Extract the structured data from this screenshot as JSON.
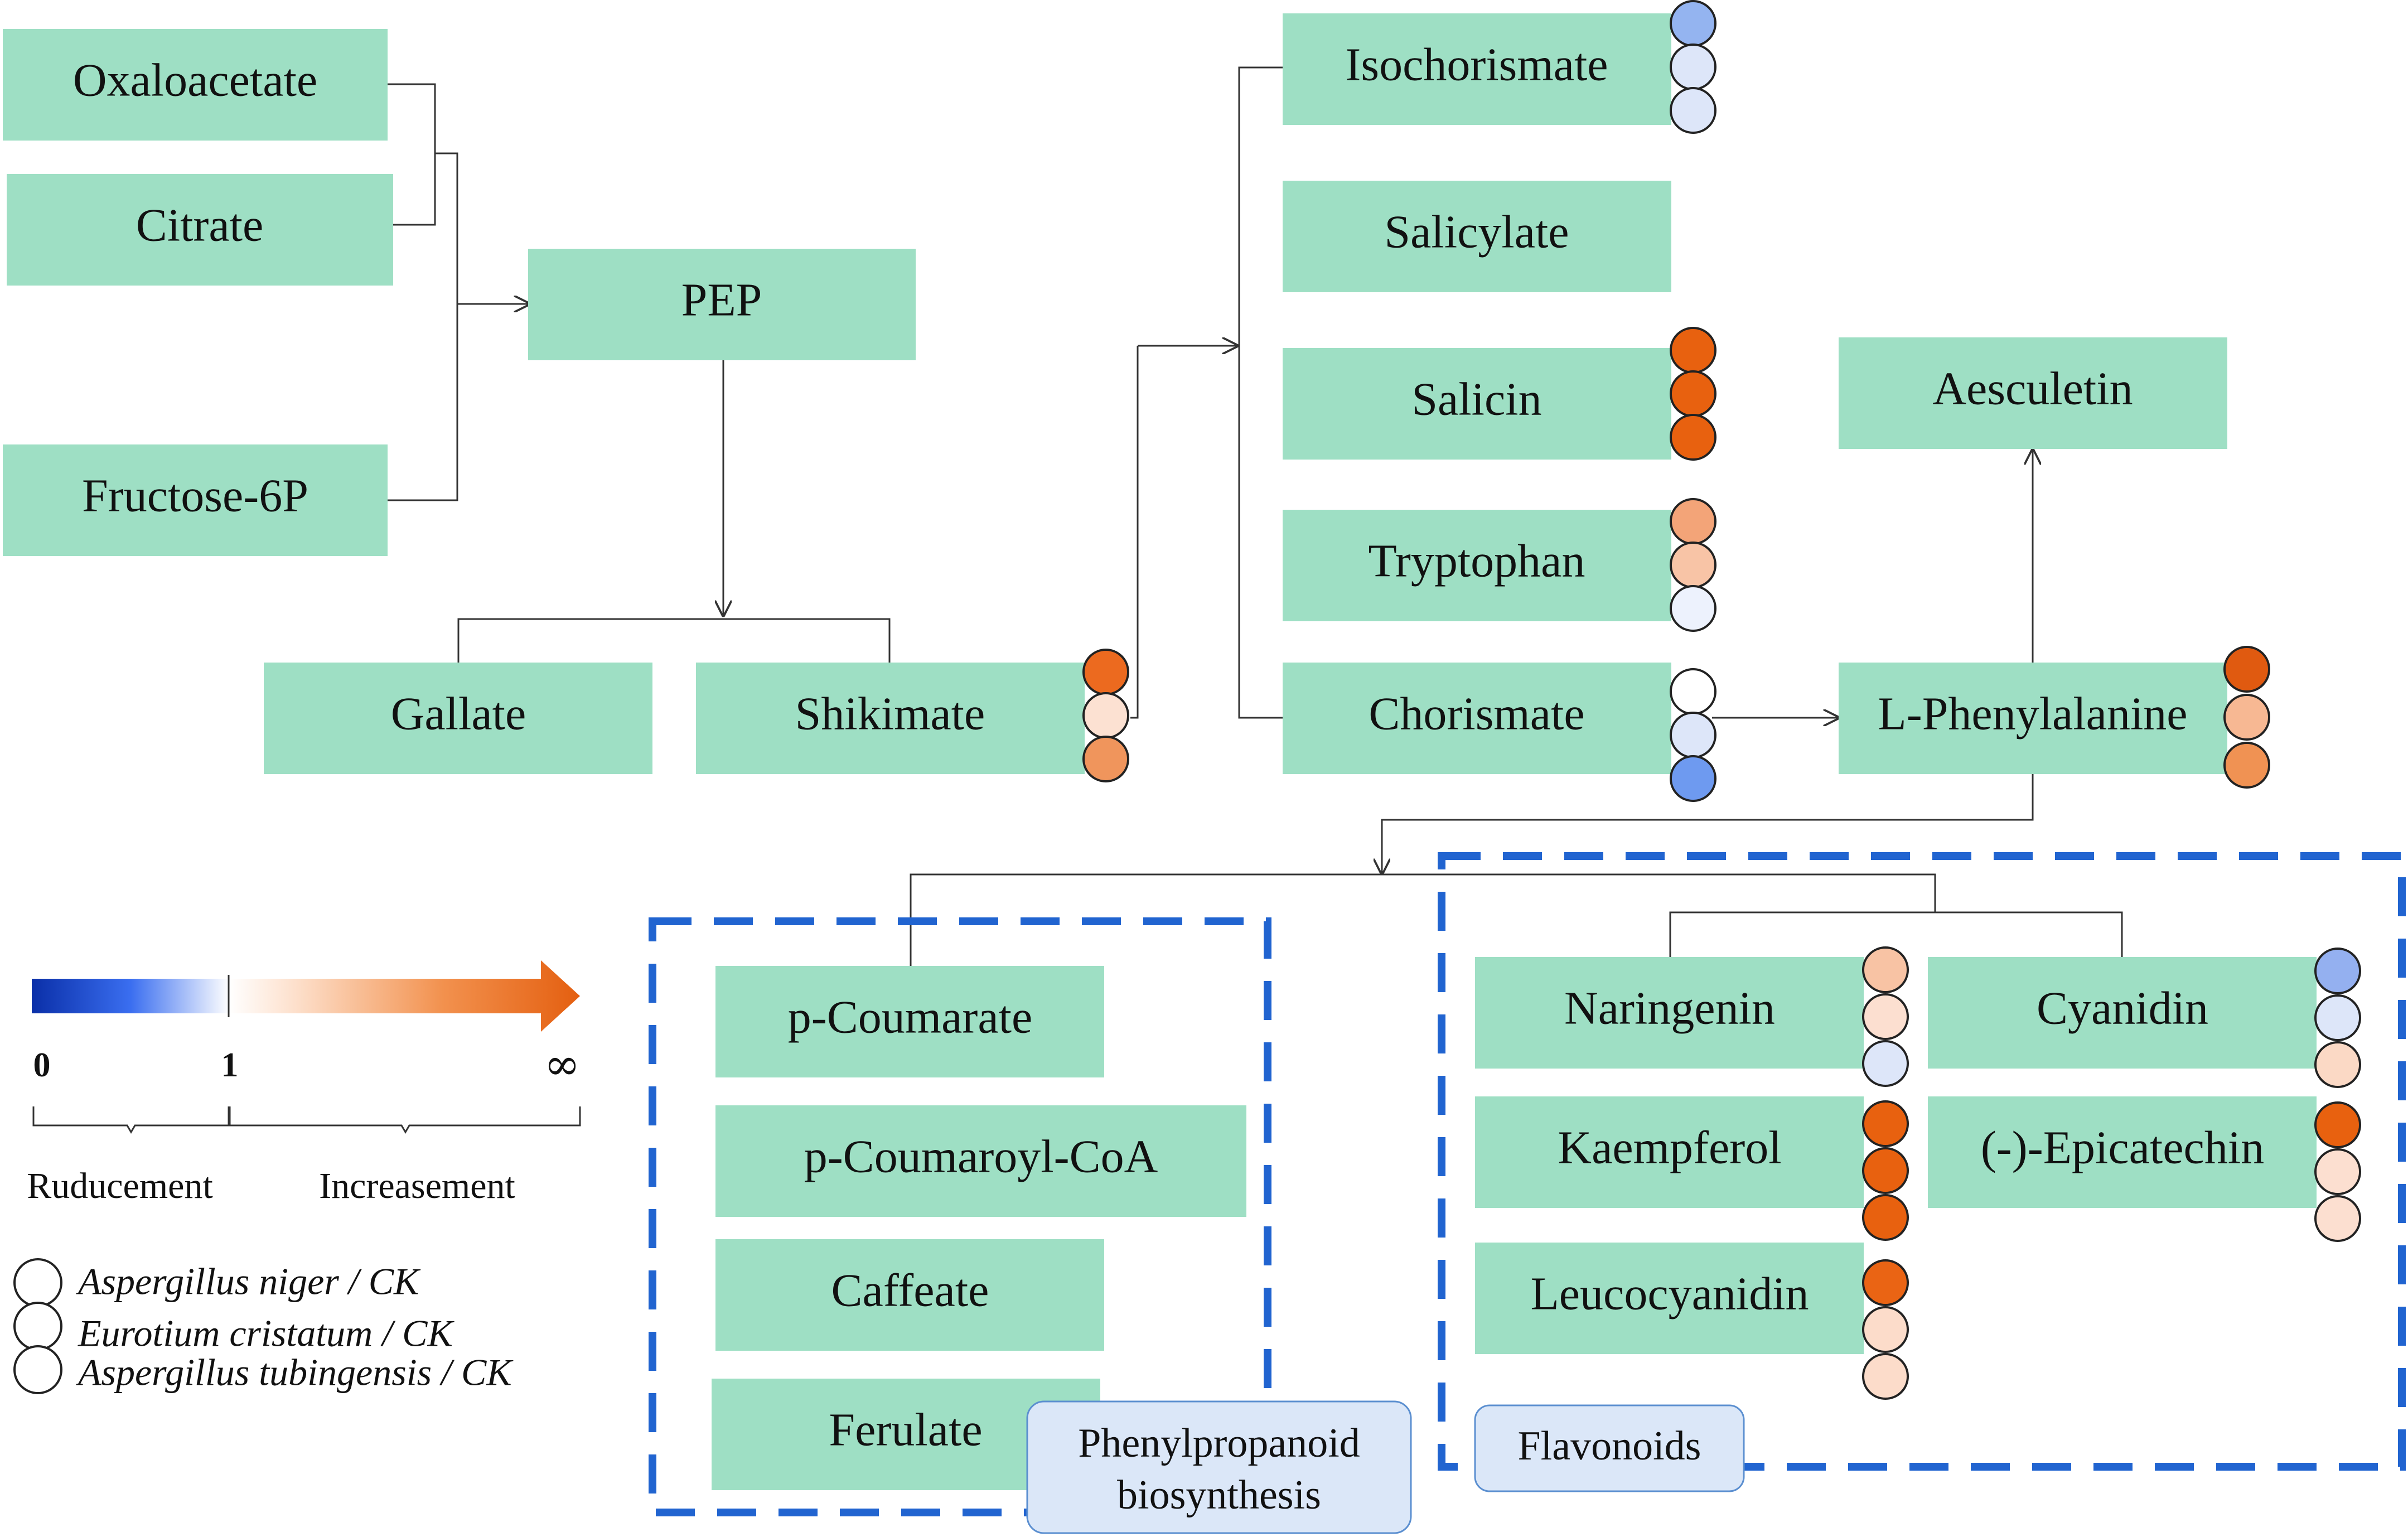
{
  "colors": {
    "node_fill": "#9edfc4",
    "tag_fill": "#dbe7f8",
    "tag_stroke": "#5b8fd0",
    "dash_border": "#2164d0",
    "line": "#333333"
  },
  "nodes": {
    "oxaloacetate": "Oxaloacetate",
    "citrate": "Citrate",
    "fructose6p": "Fructose-6P",
    "pep": "PEP",
    "gallate": "Gallate",
    "shikimate": "Shikimate",
    "isochorismate": "Isochorismate",
    "salicylate": "Salicylate",
    "salicin": "Salicin",
    "tryptophan": "Tryptophan",
    "chorismate": "Chorismate",
    "aesculetin": "Aesculetin",
    "l_phenylalanine": "L-Phenylalanine",
    "p_coumarate": "p-Coumarate",
    "p_coumaroyl_coa": "p-Coumaroyl-CoA",
    "caffeate": "Caffeate",
    "ferulate": "Ferulate",
    "naringenin": "Naringenin",
    "cyanidin": "Cyanidin",
    "kaempferol": "Kaempferol",
    "epicatechin": "(-)-Epicatechin",
    "leucocyanidin": "Leucocyanidin"
  },
  "groups": {
    "phenylpropanoid_line1": "Phenylpropanoid",
    "phenylpropanoid_line2": "biosynthesis",
    "flavonoids": "Flavonoids"
  },
  "indicators": {
    "shikimate": [
      "#ec6a1f",
      "#fce1d2",
      "#f0955c"
    ],
    "isochorismate": [
      "#94b4f0",
      "#dde6f9",
      "#dde6f9"
    ],
    "salicin": [
      "#e8610f",
      "#e8610f",
      "#e8610f"
    ],
    "tryptophan": [
      "#f3a478",
      "#f8c4a6",
      "#edf2fd"
    ],
    "chorismate": [
      "#ffffff",
      "#dde6f9",
      "#6e9af0"
    ],
    "l_phenylalanine": [
      "#e05a10",
      "#f7b893",
      "#f09253"
    ],
    "naringenin": [
      "#f8c3a4",
      "#fcdfd0",
      "#dde6f9"
    ],
    "cyanidin": [
      "#94b0f0",
      "#dde6f9",
      "#fbd9c5"
    ],
    "kaempferol": [
      "#e8610f",
      "#e8610f",
      "#e8610f"
    ],
    "epicatechin": [
      "#e8610f",
      "#fcdfd0",
      "#fcdfd0"
    ],
    "leucocyanidin": [
      "#ea6414",
      "#fcdcca",
      "#fcdcca"
    ]
  },
  "legend": {
    "scale_min": "0",
    "scale_mid": "1",
    "scale_max": "∞",
    "reduction_label": "Ruducement",
    "increase_label": "Increasement",
    "comparisons": [
      "Aspergillus niger / CK",
      "Eurotium cristatum / CK",
      "Aspergillus tubingensis / CK"
    ]
  }
}
